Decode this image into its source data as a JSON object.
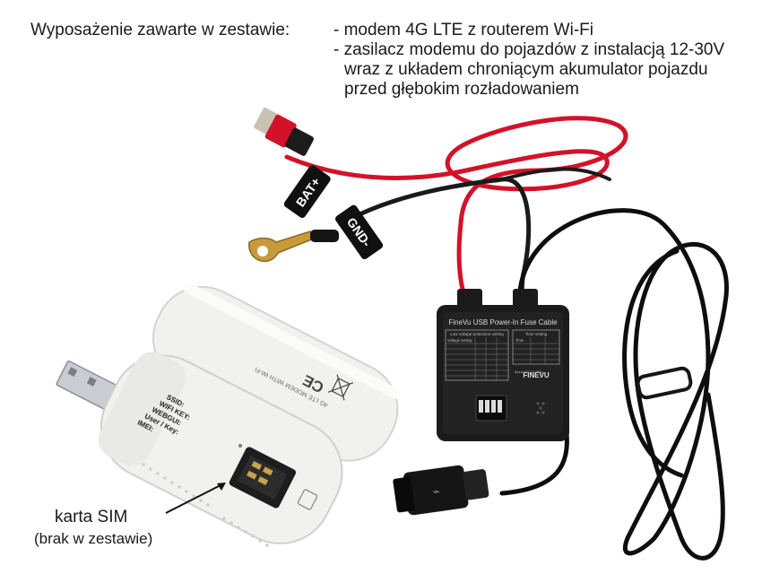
{
  "heading": {
    "label": "Wyposażenie zawarte w zestawie:",
    "items": [
      "- modem 4G LTE z routerem Wi-Fi",
      "- zasilacz modemu do pojazdów z instalacją 12-30V",
      "wraz z układem chroniącym akumulator pojazdu",
      "przed głębokim rozładowaniem"
    ]
  },
  "cable_labels": {
    "bat": "BAT+",
    "gnd": "GND-"
  },
  "fuse_box": {
    "title": "FineVu USB Power-In Fuse Cable",
    "voltage_table_title": "Low voltage protection setting",
    "voltage_col": "Voltage setting",
    "time_table_title": "Time setting",
    "time_col": "Time",
    "brand": "FINEVU",
    "input_text": "Input: DC 12-30V"
  },
  "modem": {
    "model_text": "4G LTE MODEM WITH Wi-Fi",
    "sticker_lines": [
      "SSID:",
      "WIFI KEY:",
      "WEBGUI:",
      "User / Key:",
      "IMEI:"
    ],
    "ce_mark": "CE"
  },
  "sim_caption": {
    "line1": "karta SIM",
    "line2": "(brak w zestawie)"
  },
  "colors": {
    "red_wire": "#d3122a",
    "black_wire": "#111111",
    "modem_body": "#f1f1ef"
  }
}
